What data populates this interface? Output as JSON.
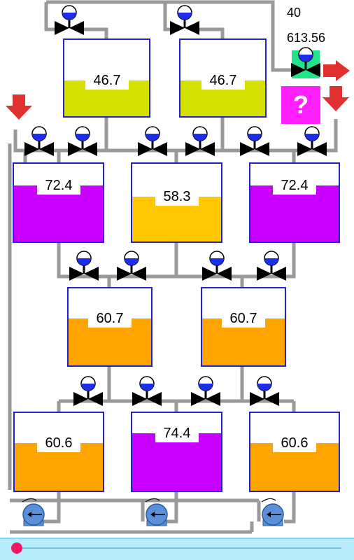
{
  "hud": {
    "counter": "40",
    "score": "613.56"
  },
  "mystery_box": {
    "label": "?"
  },
  "colors": {
    "pipe": "#9a9a9a",
    "tank_border": "#2222cc",
    "valve_body": "#000000",
    "valve_indicator": "#1d2ee8",
    "pump": "#5b8fd8",
    "arrow": "#e03030",
    "outlet_valve_bg": "#22e38a",
    "mystery": "#ff20ff",
    "slider_track": "#b8ecfb",
    "slider_thumb": "#f01862"
  },
  "tanks": [
    {
      "id": "top-left",
      "level": "46.7",
      "fill_fraction": 0.47,
      "color": "#d4e000"
    },
    {
      "id": "top-right",
      "level": "46.7",
      "fill_fraction": 0.47,
      "color": "#d4e000"
    },
    {
      "id": "row2-left",
      "level": "72.4",
      "fill_fraction": 0.72,
      "color": "#c800ff"
    },
    {
      "id": "row2-middle",
      "level": "58.3",
      "fill_fraction": 0.58,
      "color": "#ffc800"
    },
    {
      "id": "row2-right",
      "level": "72.4",
      "fill_fraction": 0.72,
      "color": "#c800ff"
    },
    {
      "id": "row3-left",
      "level": "60.7",
      "fill_fraction": 0.61,
      "color": "#ffa500"
    },
    {
      "id": "row3-right",
      "level": "60.7",
      "fill_fraction": 0.61,
      "color": "#ffa500"
    },
    {
      "id": "bottom-left",
      "level": "60.6",
      "fill_fraction": 0.61,
      "color": "#ffa500"
    },
    {
      "id": "bottom-middle",
      "level": "74.4",
      "fill_fraction": 0.74,
      "color": "#c800ff"
    },
    {
      "id": "bottom-right",
      "level": "60.6",
      "fill_fraction": 0.61,
      "color": "#ffa500"
    }
  ],
  "valves": [
    {
      "id": "top-1",
      "level": 0.5
    },
    {
      "id": "top-2",
      "level": 0.5
    },
    {
      "id": "outlet",
      "level": 0.5
    },
    {
      "id": "r2-1",
      "level": 0.5
    },
    {
      "id": "r2-2",
      "level": 0.5
    },
    {
      "id": "r2-3",
      "level": 0.5
    },
    {
      "id": "r2-4",
      "level": 0.5
    },
    {
      "id": "r2-5",
      "level": 0.5
    },
    {
      "id": "r2-6",
      "level": 0.5
    },
    {
      "id": "r3-1",
      "level": 0.5
    },
    {
      "id": "r3-2",
      "level": 0.5
    },
    {
      "id": "r3-3",
      "level": 0.5
    },
    {
      "id": "r3-4",
      "level": 0.5
    },
    {
      "id": "r4-1",
      "level": 0.5
    },
    {
      "id": "r4-2",
      "level": 0.5
    },
    {
      "id": "r4-3",
      "level": 0.5
    },
    {
      "id": "r4-4",
      "level": 0.5
    }
  ],
  "pumps": [
    {
      "id": "pump-left"
    },
    {
      "id": "pump-middle"
    },
    {
      "id": "pump-right"
    }
  ],
  "slider": {
    "value": 0
  }
}
